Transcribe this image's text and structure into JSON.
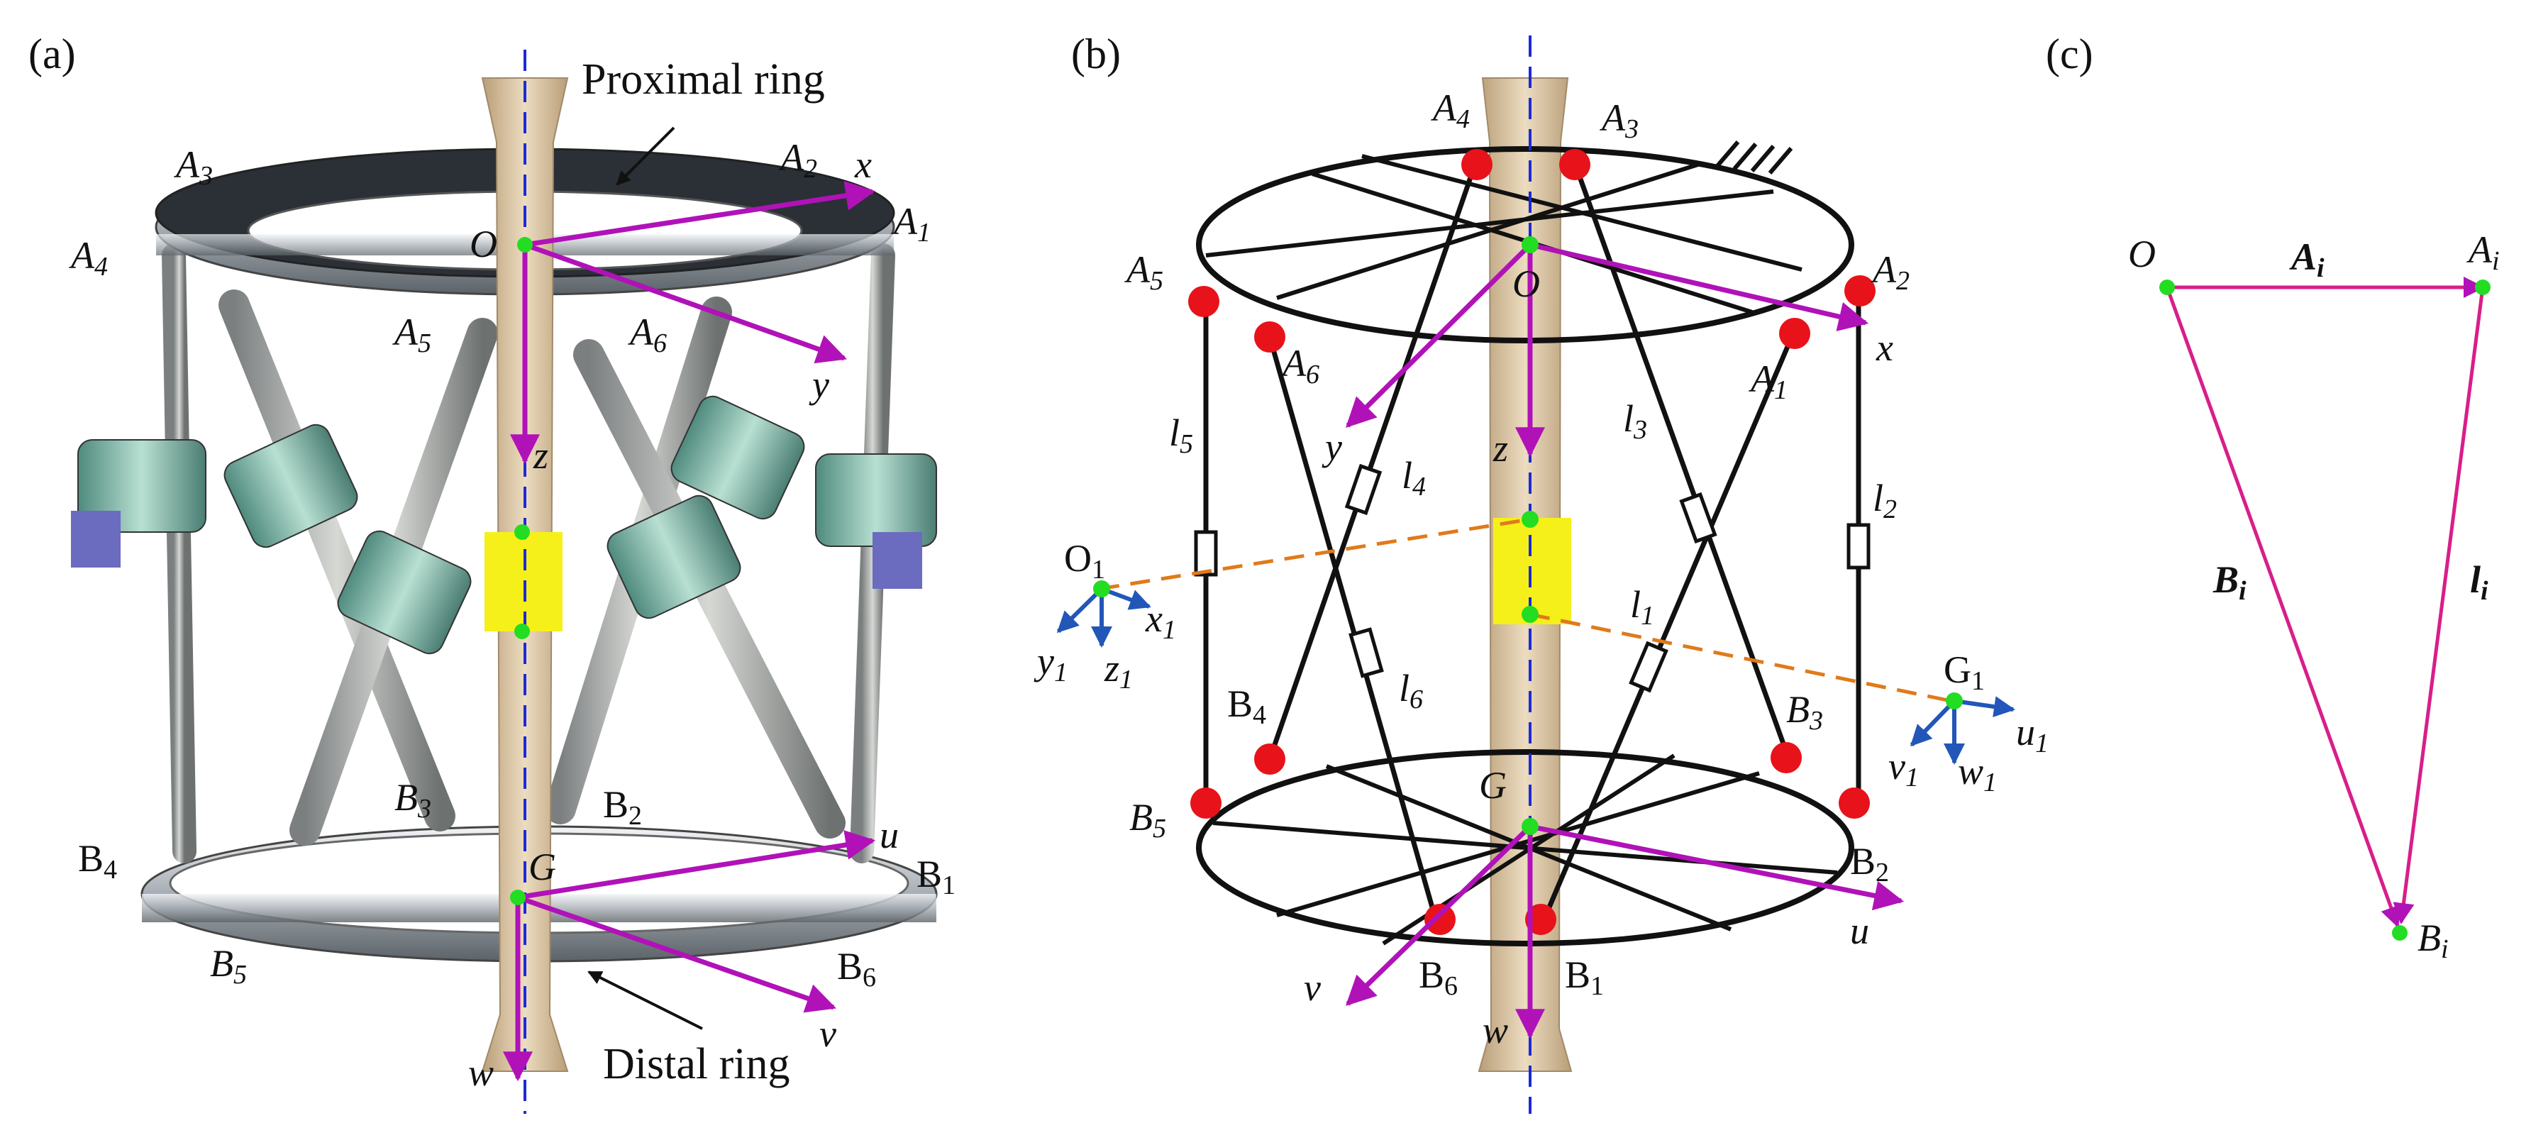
{
  "panels": {
    "a": "(a)",
    "b": "(b)",
    "c": "(c)"
  },
  "panel_a": {
    "proximal_ring": "Proximal ring",
    "distal_ring": "Distal ring",
    "origin_top": "O",
    "origin_bottom": "G",
    "axes_top": [
      "x",
      "y",
      "z"
    ],
    "axes_bottom": [
      "u",
      "v",
      "w"
    ],
    "top_joints": [
      "A1",
      "A2",
      "A3",
      "A4",
      "A5",
      "A6"
    ],
    "bottom_joints": [
      "B1",
      "B2",
      "B3",
      "B4",
      "B5",
      "B6"
    ]
  },
  "panel_b": {
    "origin_top": "O",
    "origin_bottom": "G",
    "axes_top": [
      "x",
      "y",
      "z"
    ],
    "axes_bottom": [
      "u",
      "v",
      "w"
    ],
    "legs": [
      "l1",
      "l2",
      "l3",
      "l4",
      "l5",
      "l6"
    ],
    "frame_O1": "O1",
    "frame_O1_axes": [
      "x1",
      "y1",
      "z1"
    ],
    "frame_G1": "G1",
    "frame_G1_axes": [
      "u1",
      "v1",
      "w1"
    ]
  },
  "panel_c": {
    "origin": "O",
    "vector_A": "A",
    "vector_B": "B",
    "vector_l": "l",
    "point_A": "A",
    "point_B": "B",
    "index": "i"
  },
  "colors": {
    "axis_arrow": "#b012b8",
    "joint_red": "#e8121a",
    "point_green": "#22dd22",
    "centerline": "#1c2ad6",
    "dash_orange": "#e07a1a",
    "frame_blue": "#2256b8",
    "bone": "#d8c4a2",
    "yellow_block": "#f6f01a"
  }
}
